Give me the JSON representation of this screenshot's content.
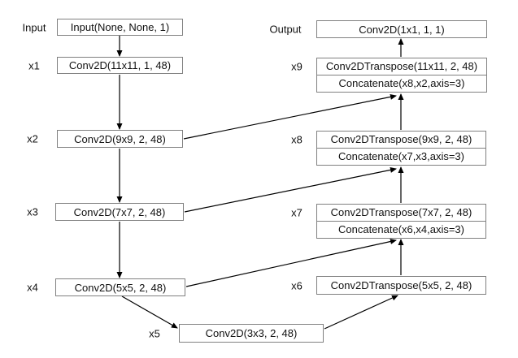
{
  "diagram": {
    "description": "Encoder-decoder convolutional network with skip connections",
    "nodes": [
      {
        "id": "input",
        "label": "Input",
        "rows": [
          "Input(None, None, 1)"
        ]
      },
      {
        "id": "x1",
        "label": "x1",
        "rows": [
          "Conv2D(11x11, 1, 48)"
        ]
      },
      {
        "id": "x2",
        "label": "x2",
        "rows": [
          "Conv2D(9x9, 2, 48)"
        ]
      },
      {
        "id": "x3",
        "label": "x3",
        "rows": [
          "Conv2D(7x7, 2, 48)"
        ]
      },
      {
        "id": "x4",
        "label": "x4",
        "rows": [
          "Conv2D(5x5, 2, 48)"
        ]
      },
      {
        "id": "x5",
        "label": "x5",
        "rows": [
          "Conv2D(3x3, 2, 48)"
        ]
      },
      {
        "id": "x6",
        "label": "x6",
        "rows": [
          "Conv2DTranspose(5x5, 2, 48)"
        ]
      },
      {
        "id": "x7",
        "label": "x7",
        "rows": [
          "Conv2DTranspose(7x7, 2, 48)",
          "Concatenate(x6,x4,axis=3)"
        ]
      },
      {
        "id": "x8",
        "label": "x8",
        "rows": [
          "Conv2DTranspose(9x9, 2, 48)",
          "Concatenate(x7,x3,axis=3)"
        ]
      },
      {
        "id": "x9",
        "label": "x9",
        "rows": [
          "Conv2DTranspose(11x11, 2, 48)",
          "Concatenate(x8,x2,axis=3)"
        ]
      },
      {
        "id": "output",
        "label": "Output",
        "rows": [
          "Conv2D(1x1, 1, 1)"
        ]
      }
    ],
    "edges": [
      {
        "from": "Input",
        "to": "x1"
      },
      {
        "from": "x1",
        "to": "x2"
      },
      {
        "from": "x2",
        "to": "x3"
      },
      {
        "from": "x3",
        "to": "x4"
      },
      {
        "from": "x4",
        "to": "x5"
      },
      {
        "from": "x5",
        "to": "x6"
      },
      {
        "from": "x6",
        "to": "x7"
      },
      {
        "from": "x7",
        "to": "x8"
      },
      {
        "from": "x8",
        "to": "x9"
      },
      {
        "from": "x9",
        "to": "Output"
      },
      {
        "from": "x2",
        "to": "x9",
        "type": "skip"
      },
      {
        "from": "x3",
        "to": "x8",
        "type": "skip"
      },
      {
        "from": "x4",
        "to": "x7",
        "type": "skip"
      }
    ],
    "colors": {
      "background": "#ffffff",
      "box_border": "#808080",
      "arrow": "#000000",
      "text": "#111111"
    }
  }
}
